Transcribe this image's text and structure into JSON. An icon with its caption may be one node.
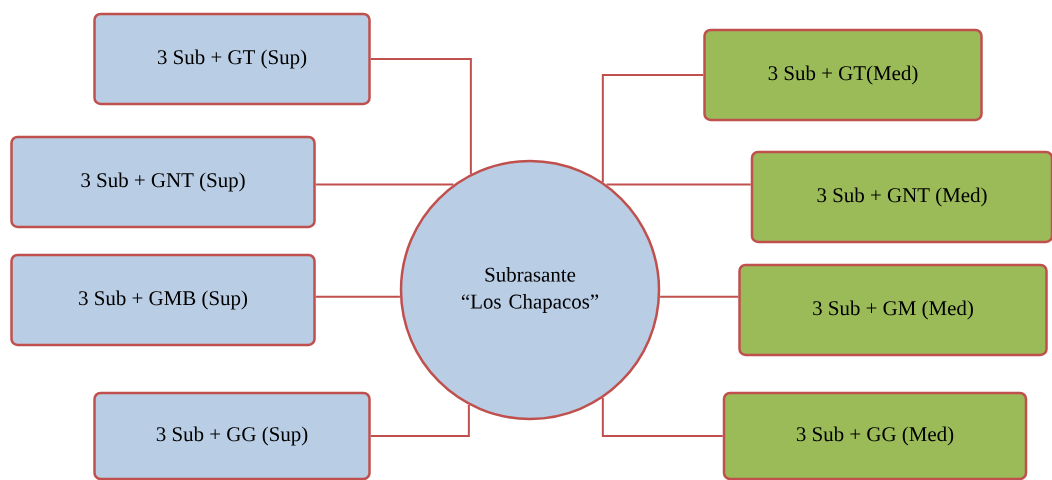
{
  "diagram": {
    "nodes": [
      {
        "text": [
          "Subrasante “Los Chapacos”"
        ]
      },
      {
        "text": [
          "3 Sub + GT (Sup)"
        ]
      },
      {
        "text": [
          "3 Sub + GNT (Sup)"
        ]
      },
      {
        "text": [
          "3 Sub + GMB (Sup)"
        ]
      },
      {
        "text": [
          "3 Sub + GG (Sup)"
        ]
      },
      {
        "text": [
          "3 Sub + GT(Med)"
        ]
      },
      {
        "text": [
          "3 Sub + GNT (Med)"
        ]
      },
      {
        "text": [
          "3 Sub + GM (Med)"
        ]
      },
      {
        "text": [
          "3 Sub + GG (Med)"
        ]
      }
    ],
    "edges": [
      {
        "from": 0,
        "to": 1,
        "arrow": "none"
      },
      {
        "from": 0,
        "to": 2,
        "arrow": "none"
      },
      {
        "from": 0,
        "to": 3,
        "arrow": "none"
      },
      {
        "from": 0,
        "to": 4,
        "arrow": "none"
      },
      {
        "from": 0,
        "to": 5,
        "arrow": "none"
      },
      {
        "from": 0,
        "to": 6,
        "arrow": "none"
      },
      {
        "from": 0,
        "to": 7,
        "arrow": "none"
      },
      {
        "from": 0,
        "to": 8,
        "arrow": "none"
      }
    ]
  }
}
